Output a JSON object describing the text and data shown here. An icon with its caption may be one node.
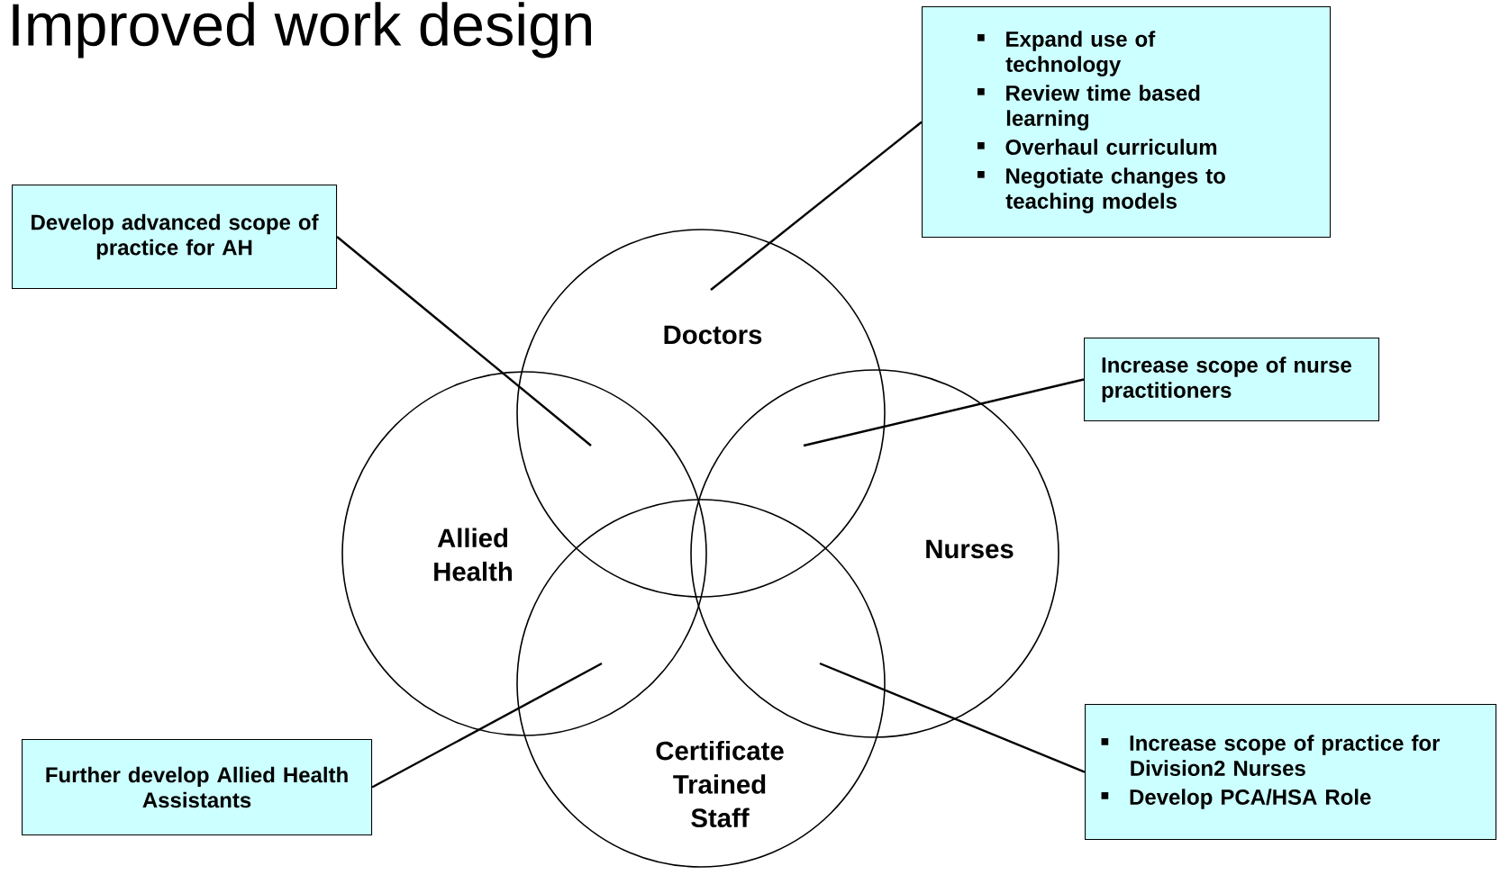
{
  "diagram": {
    "title": "Improved work design",
    "nodes": [
      {
        "text": [
          "Doctors"
        ]
      },
      {
        "text": [
          "Allied Health"
        ]
      },
      {
        "text": [
          "Nurses"
        ]
      },
      {
        "text": [
          "Certificate Trained Staff"
        ]
      },
      {
        "text": [
          "Expand use of technology",
          "Review time based learning",
          "Overhaul curriculum",
          "Negotiate changes to teaching models"
        ]
      },
      {
        "text": [
          "Develop advanced scope of practice for AH"
        ]
      },
      {
        "text": [
          "Increase scope of nurse practitioners"
        ]
      },
      {
        "text": [
          "Further develop Allied Health Assistants"
        ]
      },
      {
        "text": [
          "Increase scope of practice for Division2 Nurses",
          "Develop PCA/HSA Role"
        ]
      }
    ],
    "edges": [
      {
        "from": 4,
        "to": 0,
        "arrow": "none"
      },
      {
        "from": 5,
        "to": 1,
        "arrow": "none"
      },
      {
        "from": 6,
        "to": 0,
        "arrow": "none"
      },
      {
        "from": 7,
        "to": 1,
        "arrow": "none"
      },
      {
        "from": 8,
        "to": 3,
        "arrow": "none"
      }
    ]
  }
}
